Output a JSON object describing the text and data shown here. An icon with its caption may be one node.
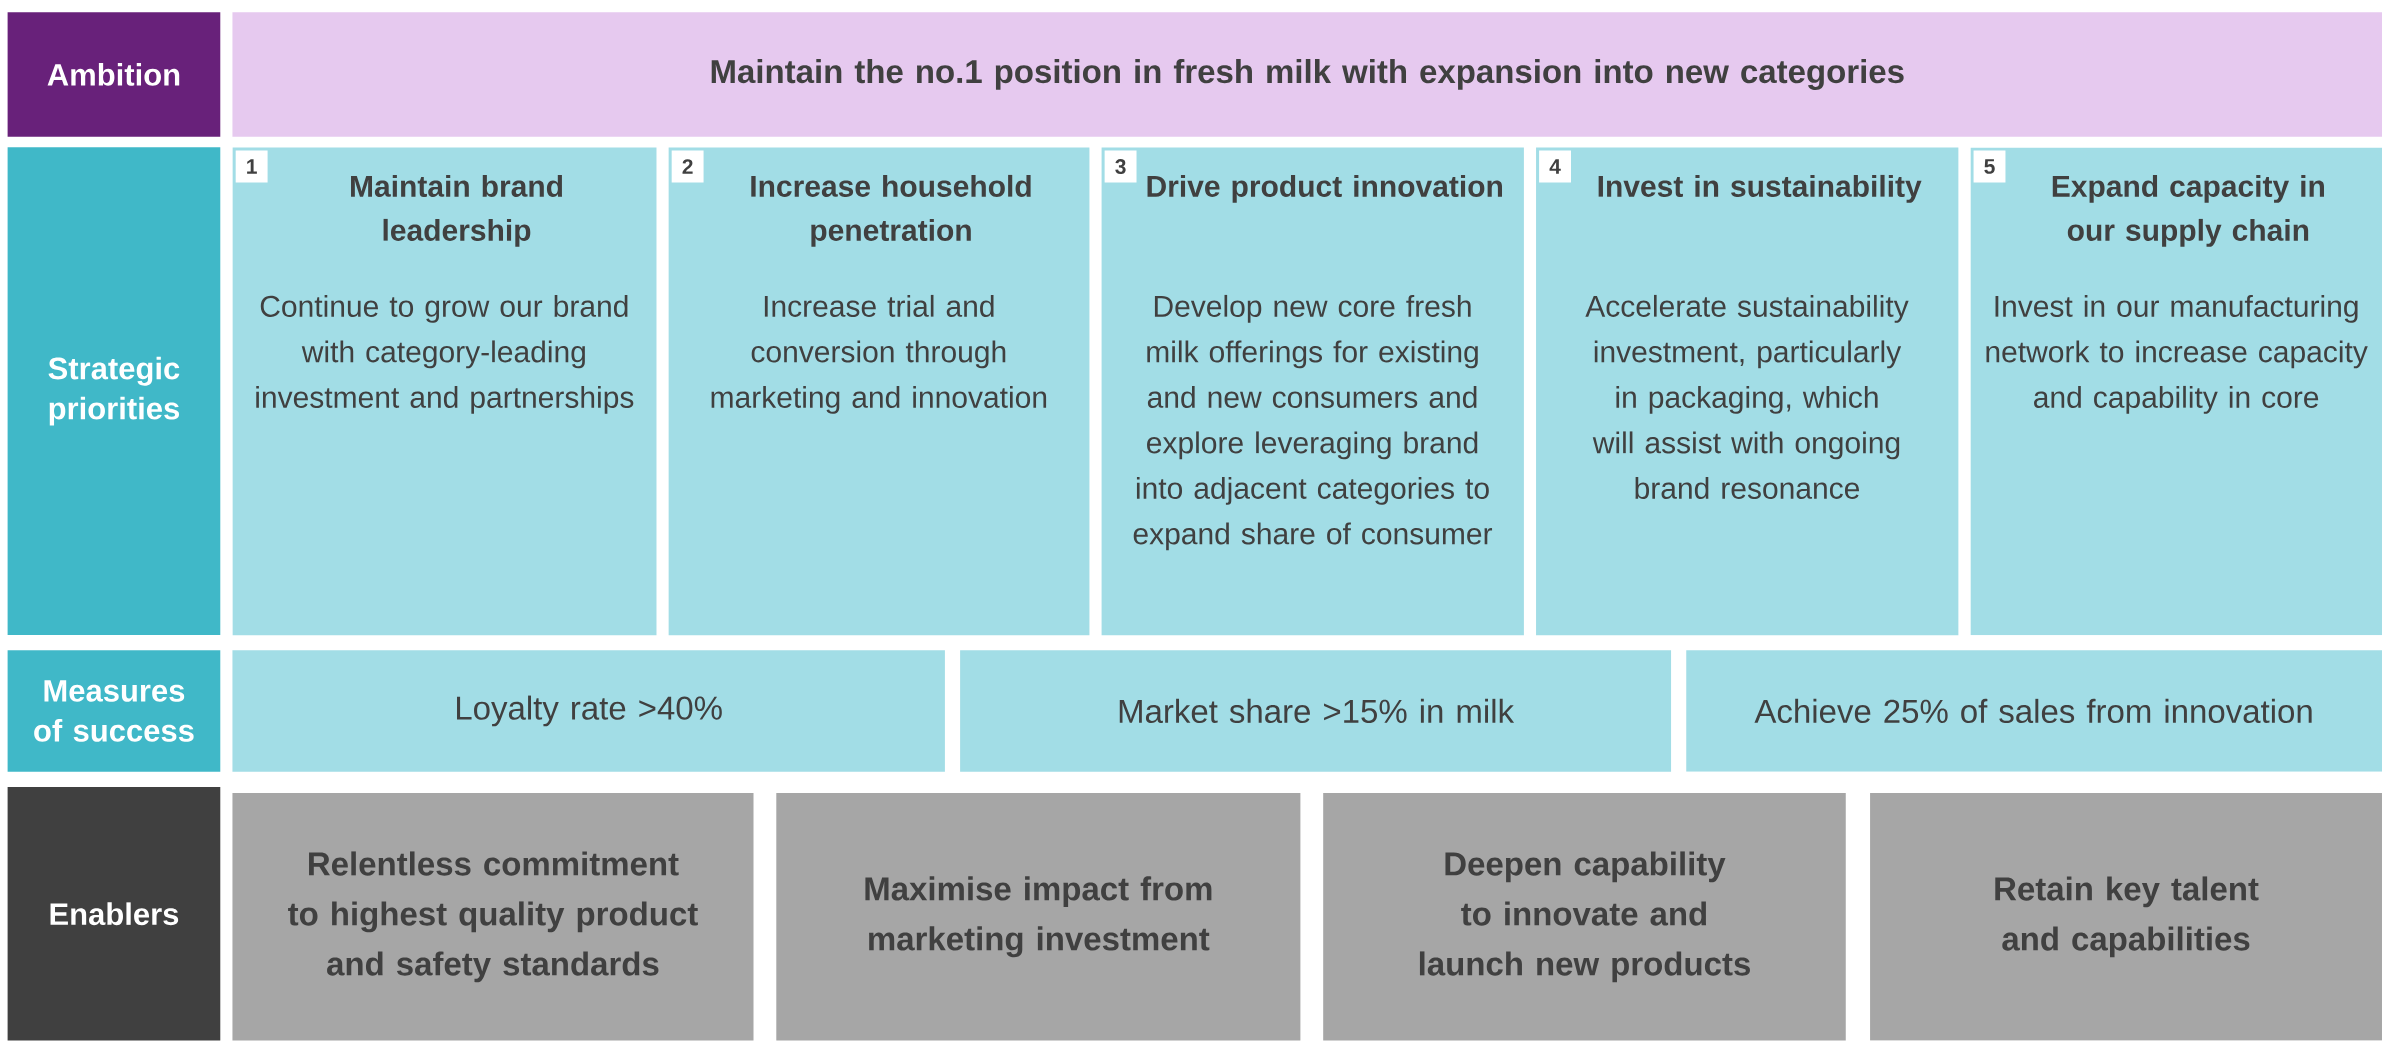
{
  "diagram": {
    "nodes": [
      {
        "text": [
          "Ambition"
        ]
      },
      {
        "text": [
          "Maintain the no.1 position in fresh milk with expansion into new categories"
        ]
      },
      {
        "text": [
          "Strategic priorities"
        ]
      },
      {
        "text": [
          "1",
          "Maintain brand leadership",
          "Continue to grow our brand with category-leading investment and partnerships"
        ]
      },
      {
        "text": [
          "2",
          "Increase household penetration",
          "Increase trial and conversion through marketing and innovation"
        ]
      },
      {
        "text": [
          "3",
          "Drive product innovation",
          "Develop new core fresh milk offerings for existing and new consumers and explore leveraging brand into adjacent categories to expand share of consumer"
        ]
      },
      {
        "text": [
          "4",
          "Invest in sustainability",
          "Accelerate sustainability investment, particularly in packaging, which will assist with ongoing brand resonance"
        ]
      },
      {
        "text": [
          "5",
          "Expand capacity in our supply chain",
          "Invest in our manufacturing network to increase capacity and capability in core"
        ]
      },
      {
        "text": [
          "Measures of success"
        ]
      },
      {
        "text": [
          "Loyalty rate >40%"
        ]
      },
      {
        "text": [
          "Market share >15% in milk"
        ]
      },
      {
        "text": [
          "Achieve 25% of sales from innovation"
        ]
      },
      {
        "text": [
          "Enablers"
        ]
      },
      {
        "text": [
          "Relentless commitment to highest quality product and safety standards"
        ]
      },
      {
        "text": [
          "Maximise impact from marketing investment"
        ]
      },
      {
        "text": [
          "Deepen capability to innovate and launch new products"
        ]
      },
      {
        "text": [
          "Retain key talent and capabilities"
        ]
      }
    ]
  }
}
